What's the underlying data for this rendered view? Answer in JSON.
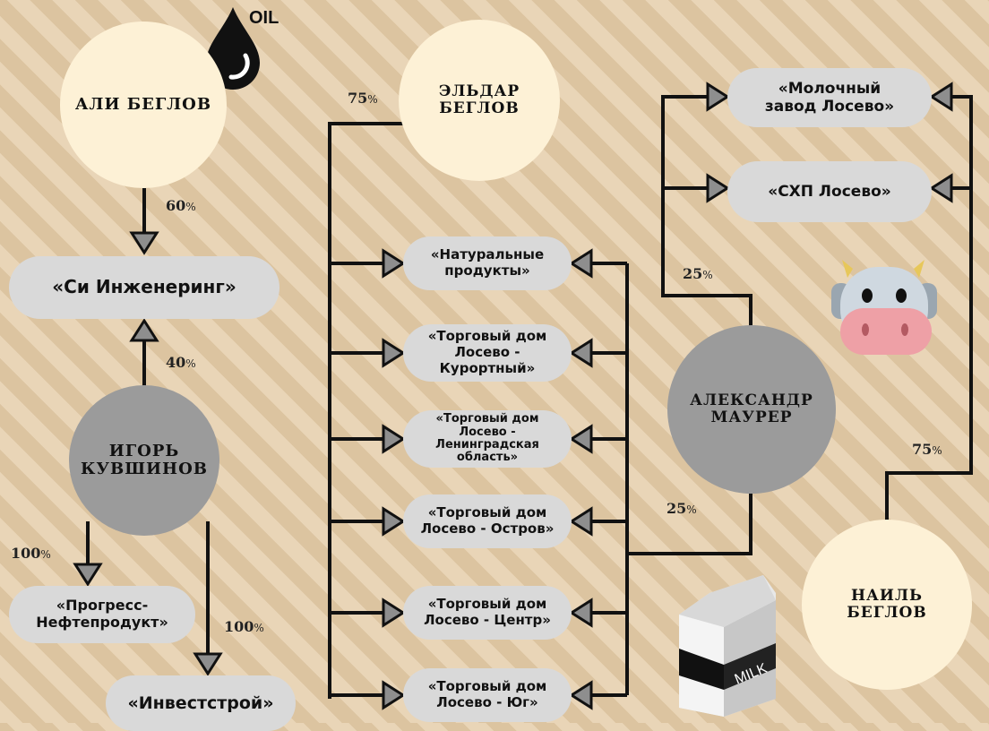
{
  "people": {
    "ali": "АЛИ БЕГЛОВ",
    "eldar_line1": "ЭЛЬДАР",
    "eldar_line2": "БЕГЛОВ",
    "igor_line1": "ИГОРЬ",
    "igor_line2": "КУВШИНОВ",
    "alexander_line1": "АЛЕКСАНДР",
    "alexander_line2": "МАУРЕР",
    "nail_line1": "НАИЛЬ",
    "nail_line2": "БЕГЛОВ"
  },
  "companies": {
    "si_engineering": "«Си Инженеринг»",
    "progress_line1": "«Прогресс-",
    "progress_line2": "Нефтепродукт»",
    "investstroy": "«Инвестстрой»",
    "natural_line1": "«Натуральные",
    "natural_line2": "продукты»",
    "td_kurortny_line1": "«Торговый дом",
    "td_kurortny_line2": "Лосево -",
    "td_kurortny_line3": "Курортный»",
    "td_lenobl_line1": "«Торговый дом",
    "td_lenobl_line2": "Лосево -",
    "td_lenobl_line3": "Ленинградская",
    "td_lenobl_line4": "область»",
    "td_ostrov_line1": "«Торговый дом",
    "td_ostrov_line2": "Лосево - Остров»",
    "td_center_line1": "«Торговый дом",
    "td_center_line2": "Лосево - Центр»",
    "td_yug_line1": "«Торговый дом",
    "td_yug_line2": "Лосево - Юг»",
    "dairy_line1": "«Молочный",
    "dairy_line2": "завод Лосево»",
    "shp": "«СХП Лосево»"
  },
  "shares": {
    "ali_si": "60",
    "igor_si": "40",
    "igor_progress": "100",
    "igor_invest": "100",
    "eldar_td": "75",
    "alex_dairy": "25",
    "alex_td": "25",
    "nail_dairy": "75",
    "unit": "%"
  },
  "decor": {
    "oil_label": "OIL",
    "milk_label": "MILK",
    "icons": [
      "oil-drop-icon",
      "cow-icon",
      "milk-carton-icon"
    ]
  },
  "colors": {
    "person_light": "#fdf1d6",
    "person_dark": "#9b9b9b",
    "pill": "#d9d9d9",
    "line": "#111111",
    "arrow_fill": "#8e8e8e"
  }
}
